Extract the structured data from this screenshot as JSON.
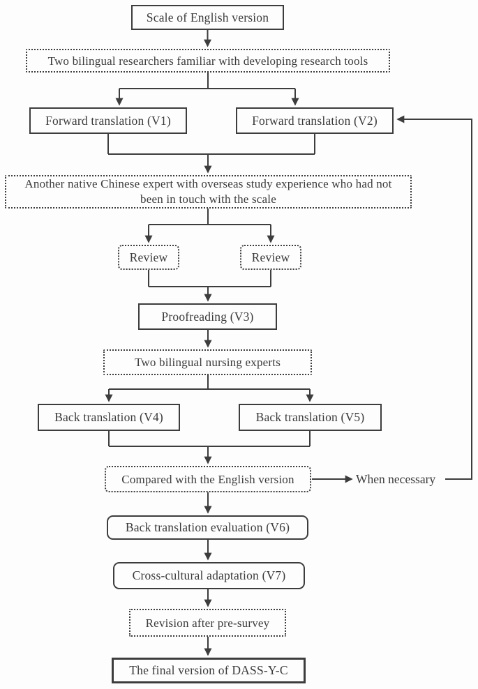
{
  "diagram": {
    "title": "Translation and cross-cultural adaptation flowchart",
    "nodes": {
      "scale_english": "Scale of English version",
      "researchers": "Two bilingual researchers familiar with developing research tools",
      "forward_v1": "Forward translation (V1)",
      "forward_v2": "Forward translation (V2)",
      "expert_line1": "Another native Chinese expert with overseas study experience who had not",
      "expert_line2": "been in touch with the scale",
      "review_left": "Review",
      "review_right": "Review",
      "proofreading": "Proofreading (V3)",
      "nursing": "Two bilingual nursing experts",
      "back_v4": "Back translation (V4)",
      "back_v5": "Back translation (V5)",
      "compared": "Compared with the English version",
      "when_necessary": "When necessary",
      "evaluation_v6": "Back translation evaluation (V6)",
      "adaptation_v7": "Cross-cultural adaptation (V7)",
      "revision": "Revision after pre-survey",
      "final": "The final version of DASS-Y-C"
    },
    "colors": {
      "line": "#3d3d3d",
      "border": "#3d3d3d",
      "text": "#3b3b3b",
      "background": "#fdfdfd"
    }
  }
}
